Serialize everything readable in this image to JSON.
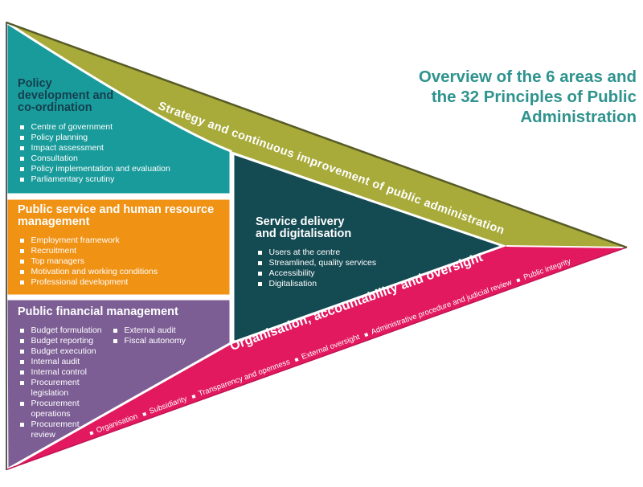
{
  "title": "Overview of the 6 areas and\nthe 32 Principles of Public\nAdministration",
  "colors": {
    "teal_block": "#1a9b9b",
    "strategy_band": "#a8aa3a",
    "strategy_band_edge": "#565a26",
    "dark_teal_block": "#144a52",
    "orange_block": "#f09214",
    "purple_block": "#7c5e95",
    "oversight_band": "#e2195e",
    "oversight_band_edge": "#c11355",
    "title_text": "#2f938e",
    "policy_heading_text": "#143f4f"
  },
  "bands": {
    "strategy": {
      "label": "Strategy and continuous improvement of public administration"
    },
    "oversight": {
      "label": "Organisation, accountability and oversight",
      "principles": [
        "Organisation",
        "Subsidiarity",
        "Transparency and openness",
        "External oversight",
        "Administrative procedure and judicial review",
        "Public integrity"
      ]
    }
  },
  "sections": {
    "policy": {
      "heading": "Policy\ndevelopment and\nco-ordination",
      "items": [
        "Centre of government",
        "Policy planning",
        "Impact assessment",
        "Consultation",
        "Policy implementation and evaluation",
        "Parliamentary scrutiny"
      ]
    },
    "hr": {
      "heading": "Public service and human resource\nmanagement",
      "items": [
        "Employment framework",
        "Recruitment",
        "Top managers",
        "Motivation and working conditions",
        "Professional development"
      ]
    },
    "service": {
      "heading": "Service delivery\nand digitalisation",
      "items": [
        "Users at the centre",
        "Streamlined, quality services",
        "Accessibility",
        "Digitalisation"
      ]
    },
    "finance": {
      "heading": "Public financial management",
      "items_col1": [
        "Budget formulation",
        "Budget reporting",
        "Budget execution",
        "Internal audit",
        "Internal control",
        "Procurement legislation",
        "Procurement\noperations",
        "Procurement\nreview"
      ],
      "items_col2": [
        "External audit",
        "Fiscal autonomy"
      ]
    }
  }
}
